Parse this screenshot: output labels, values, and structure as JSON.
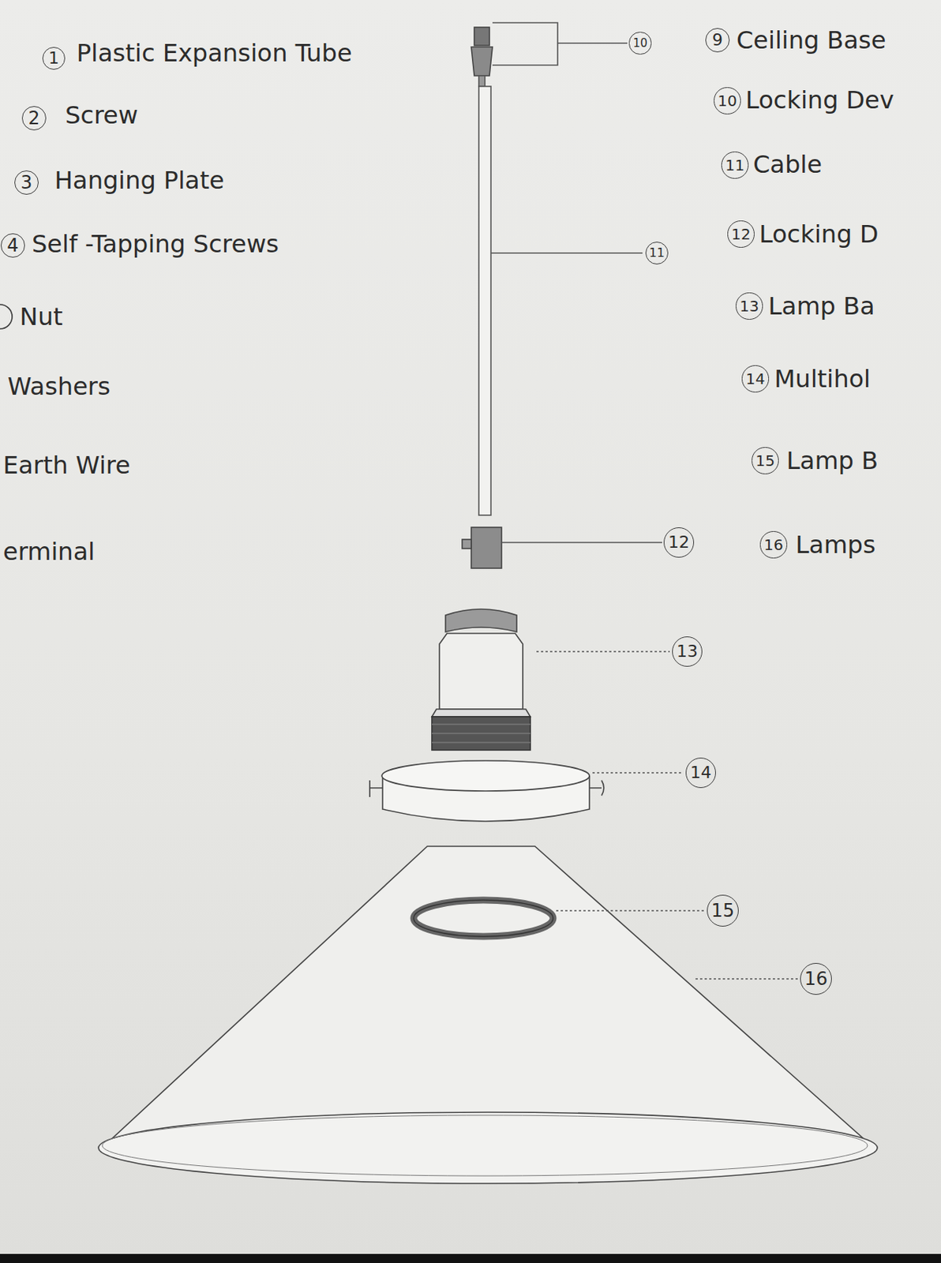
{
  "diagram": {
    "nodes": [
      {
        "text": [
          "1"
        ]
      },
      {
        "text": [
          "2"
        ]
      },
      {
        "text": [
          "3"
        ]
      },
      {
        "text": [
          "4"
        ]
      },
      {
        "text": [
          "9"
        ]
      },
      {
        "text": [
          "10"
        ]
      },
      {
        "text": [
          "11"
        ]
      },
      {
        "text": [
          "12"
        ]
      },
      {
        "text": [
          "13"
        ]
      },
      {
        "text": [
          "14"
        ]
      },
      {
        "text": [
          "15"
        ]
      },
      {
        "text": [
          "16"
        ]
      },
      {
        "text": [
          "10"
        ]
      },
      {
        "text": [
          "11"
        ]
      },
      {
        "text": [
          "12"
        ]
      },
      {
        "text": [
          "13"
        ]
      },
      {
        "text": [
          "14"
        ]
      },
      {
        "text": [
          "15"
        ]
      },
      {
        "text": [
          "16"
        ]
      }
    ],
    "labels": [
      "Plastic Expansion Tube",
      "Screw",
      "Hanging Plate",
      "Self -Tapping Screws",
      "Nut",
      "Washers",
      "Earth Wire",
      "erminal",
      "Ceiling Base",
      "Locking Dev",
      "Cable",
      "Locking D",
      "Lamp Ba",
      "Multihol",
      "Lamp B",
      "Lamps"
    ]
  }
}
